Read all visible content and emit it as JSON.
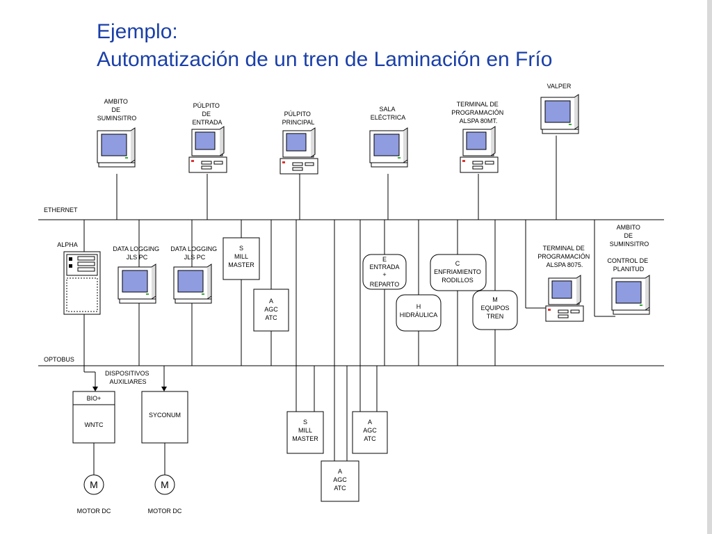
{
  "slide": {
    "title_line1": "Ejemplo:",
    "title_line2": "Automatización de un tren de Laminación en Frío"
  },
  "colors": {
    "title": "#1a3fa8",
    "screen": "#8f9ce0",
    "line": "#000000"
  },
  "buses": {
    "ethernet": "ETHERNET",
    "optobus": "OPTOBUS"
  },
  "workstations_top": [
    {
      "lines": [
        "AMBITO",
        "DE",
        "SUMINSITRO"
      ]
    },
    {
      "lines": [
        "PÚLPITO",
        "DE",
        "ENTRADA"
      ]
    },
    {
      "lines": [
        "PÚLPITO",
        "PRINCIPAL"
      ]
    },
    {
      "lines": [
        "SALA",
        "ELÉCTRICA"
      ]
    },
    {
      "lines": [
        "TERMINAL DE",
        "PROGRAMACIÓN",
        "ALSPA 80MT."
      ]
    },
    {
      "lines": [
        "VALPER"
      ]
    }
  ],
  "middle": {
    "alpha": "ALPHA",
    "data_logging_1": [
      "DATA LOGGING",
      "JLS PC"
    ],
    "data_logging_2": [
      "DATA LOGGING",
      "JLS PC"
    ],
    "mill_master": [
      "S",
      "MILL",
      "MASTER"
    ],
    "agc_atc": [
      "A",
      "AGC",
      "ATC"
    ],
    "entrada": [
      "E",
      "ENTRADA",
      "+",
      "REPARTO"
    ],
    "hidraulica": [
      "H",
      "HIDRÁULICA"
    ],
    "enfriamiento": [
      "C",
      "ENFRIAMIENTO",
      "RODILLOS"
    ],
    "equipos": [
      "M",
      "EQUIPOS",
      "TREN"
    ],
    "terminal_8075": [
      "TERMINAL DE",
      "PROGRAMACIÓN",
      "ALSPA 8075."
    ],
    "ambito_right": [
      "AMBITO",
      "DE",
      "SUMINSITRO"
    ],
    "control_planitud": [
      "CONTROL DE",
      "PLANITUD"
    ]
  },
  "bottom": {
    "dispositivos": [
      "DISPOSITIVOS",
      "AUXILIARES"
    ],
    "bio": "BIO+",
    "wntc": "WNTC",
    "syconum": "SYCONUM",
    "motor_symbol": "M",
    "motor1": "MOTOR DC",
    "motor2": "MOTOR DC",
    "mill_master_bottom": [
      "S",
      "MILL",
      "MASTER"
    ],
    "agc_atc_bottom_a": [
      "A",
      "AGC",
      "ATC"
    ],
    "agc_atc_bottom_b": [
      "A",
      "AGC",
      "ATC"
    ]
  }
}
